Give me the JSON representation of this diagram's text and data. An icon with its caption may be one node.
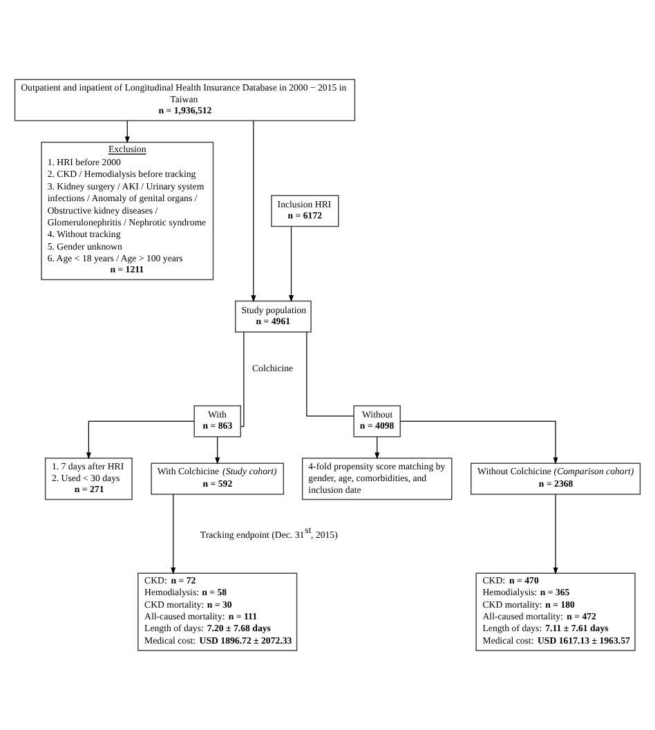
{
  "diagram": {
    "nodes": [
      {
        "text": [
          "Outpatient and inpatient of Longitudinal Health Insurance Database in 2000 − 2015 in Taiwan",
          "n = 1,936,512"
        ]
      },
      {
        "text": [
          "Inclusion HRI",
          "n = 6172"
        ]
      },
      {
        "text": [
          "Exclusion",
          "1. HRI before 2000",
          "2. CKD / Hemodialysis before tracking",
          "3. Kidney surgery / AKI / Urinary system infections / Anomaly of genital organs / Obstructive kidney diseases / Glomerulonephritis / Nephrotic syndrome",
          "4. Without tracking",
          "5. Gender unknown",
          "6. Age < 18 years / Age > 100 years",
          "n = 1211"
        ]
      },
      {
        "text": [
          "Study population",
          "n = 4961"
        ]
      },
      {
        "text": [
          "With",
          "n = 863"
        ]
      },
      {
        "text": [
          "Without",
          "n = 4098"
        ]
      },
      {
        "text": [
          "1. 7 days after HRI",
          "2. Used < 30 days",
          "n = 271"
        ]
      },
      {
        "text": [
          "4-fold propensity score matching by gender, age, comorbidities, and inclusion date"
        ]
      },
      {
        "text": [
          "With Colchicine *(Study cohort)*",
          "n = 592"
        ]
      },
      {
        "text": [
          "Without Colchicine *(Comparison cohort)*",
          "n = 2368"
        ]
      },
      {
        "text": [
          "CKD: **n = 72**",
          "Hemodialysis: **n = 58**",
          "CKD mortality: **n = 30**",
          "All-caused mortality: **n = 111**",
          "Length of days: **7.20 ± 7.68 days**",
          "Medical cost: **USD 1896.72 ± 2072.33**"
        ]
      },
      {
        "text": [
          "CKD: **n = 470**",
          "Hemodialysis: **n = 365**",
          "CKD mortality: **n = 180**",
          "All-caused mortality: **n = 472**",
          "Length of days: **7.11 ± 7.61 days**",
          "Medical cost: **USD 1617.13 ± 1963.57**"
        ]
      }
    ],
    "edges": [
      {
        "from": 0,
        "to": 3,
        "arrow": "to"
      },
      {
        "from": 1,
        "to": 3,
        "arrow": "to"
      },
      {
        "from": 0,
        "to": 2,
        "arrow": "to"
      },
      {
        "from": 3,
        "to": 4,
        "arrow": "none"
      },
      {
        "from": 3,
        "to": 5,
        "arrow": "none"
      },
      {
        "from": 4,
        "to": 6,
        "arrow": "to"
      },
      {
        "from": 5,
        "to": 7,
        "arrow": "to"
      },
      {
        "from": 4,
        "to": 8,
        "arrow": "to"
      },
      {
        "from": 5,
        "to": 9,
        "arrow": "to"
      },
      {
        "from": 8,
        "to": 10,
        "arrow": "to"
      },
      {
        "from": 9,
        "to": 11,
        "arrow": "to"
      }
    ],
    "labels": [
      "Colchicine",
      "Tracking endpoint (Dec. 31$^{st}$, 2015)"
    ]
  }
}
